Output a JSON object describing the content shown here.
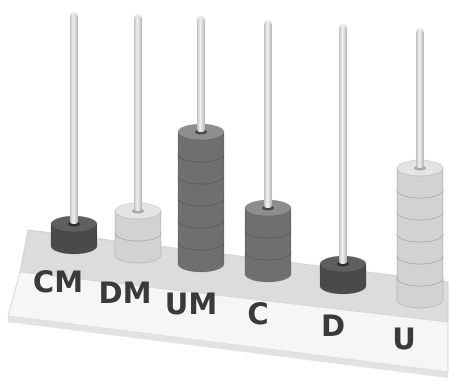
{
  "abacus": {
    "rods": [
      {
        "label": "CM",
        "beads": 1,
        "shade": "dark"
      },
      {
        "label": "DM",
        "beads": 2,
        "shade": "light"
      },
      {
        "label": "UM",
        "beads": 6,
        "shade": "medium"
      },
      {
        "label": "C",
        "beads": 3,
        "shade": "medium"
      },
      {
        "label": "D",
        "beads": 1,
        "shade": "dark"
      },
      {
        "label": "U",
        "beads": 6,
        "shade": "light"
      }
    ]
  },
  "colors": {
    "dark": {
      "top": "#5f5f5f",
      "side": "#4a4a4a",
      "hole": "#2e2e2e"
    },
    "medium": {
      "top": "#8e8e8e",
      "side": "#6f6f6f",
      "hole": "#4a4a4a"
    },
    "light": {
      "top": "#e4e4e4",
      "side": "#d2d2d2",
      "hole": "#a8a8a8"
    },
    "rod": "#d6d6d6",
    "base_top": "#dcdcdc",
    "base_front": "#f7f7f7",
    "label": "#3a3a3a"
  }
}
